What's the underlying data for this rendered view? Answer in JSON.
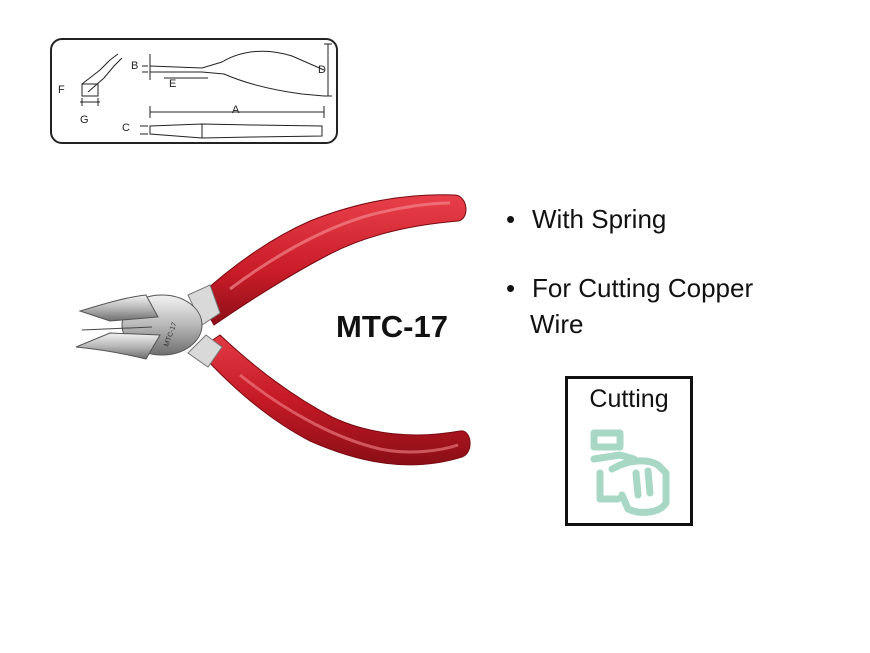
{
  "diagram": {
    "labels": {
      "a": "A",
      "b": "B",
      "c": "C",
      "d": "D",
      "e": "E",
      "f": "F",
      "g": "G"
    }
  },
  "product": {
    "model": "MTC-17",
    "tool_marking": "MTC-17",
    "features": [
      {
        "bullet": "•",
        "text": "With Spring"
      },
      {
        "bullet": "•",
        "text": "For Cutting Copper",
        "continuation": "Wire"
      }
    ]
  },
  "category": {
    "label": "Cutting",
    "icon": "hand-cutting-icon",
    "icon_color": "#a8d8c4"
  },
  "colors": {
    "handle": "#d3202e",
    "handle_highlight": "#f06b72",
    "metal": "#c9c9c9"
  }
}
